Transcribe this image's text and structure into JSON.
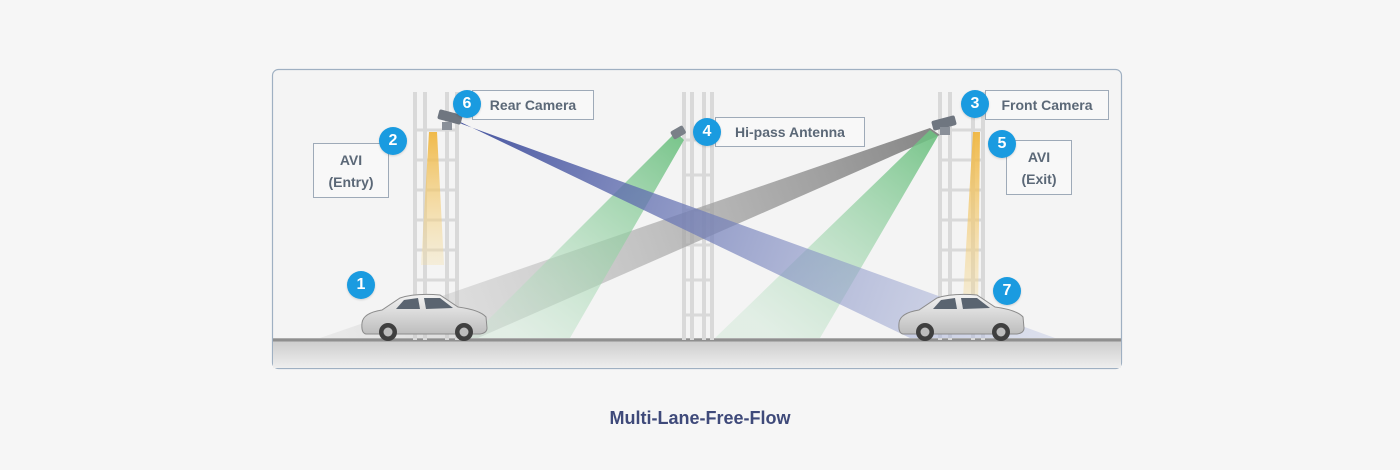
{
  "title": "Multi-Lane-Free-Flow",
  "labels": {
    "rear_camera": "Rear Camera",
    "hipass_antenna": "Hi-pass Antenna",
    "front_camera": "Front Camera",
    "avi_entry_line1": "AVI",
    "avi_entry_line2": "(Entry)",
    "avi_exit_line1": "AVI",
    "avi_exit_line2": "(Exit)"
  },
  "markers": {
    "m1": "1",
    "m2": "2",
    "m3": "3",
    "m4": "4",
    "m5": "5",
    "m6": "6",
    "m7": "7"
  },
  "colors": {
    "marker": "#1a9be0",
    "caption": "#3f4a7a",
    "label_text": "#5b6877",
    "beam_green": "#7cc48f",
    "beam_blue": "#5160a8",
    "beam_gray": "#8e8e8e",
    "beam_yellow": "#f1c35c"
  }
}
